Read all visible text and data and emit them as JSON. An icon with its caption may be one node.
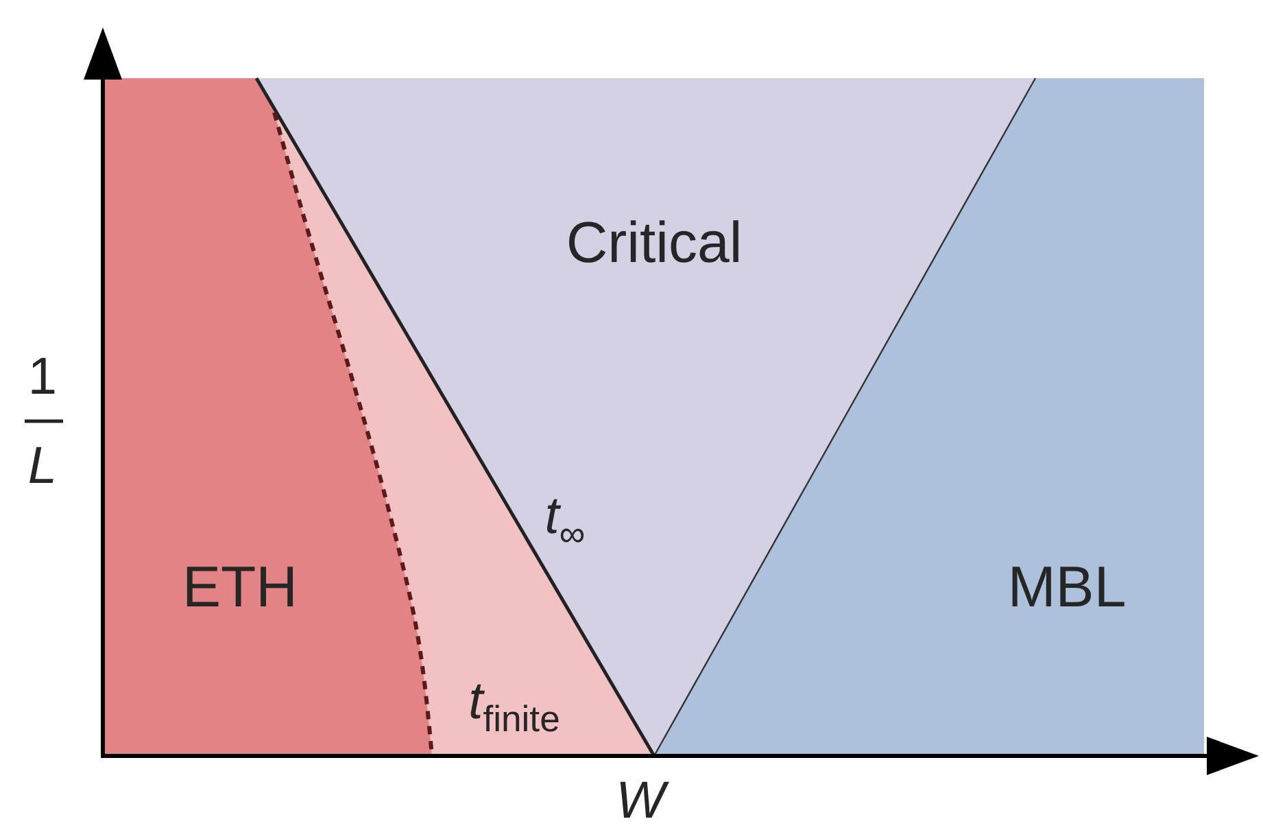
{
  "diagram": {
    "labels": [
      "Critical",
      "1",
      "L",
      "*t*$_{∞}$",
      "ETH",
      "MBL",
      "*t*$_{finite}$",
      "W"
    ]
  }
}
